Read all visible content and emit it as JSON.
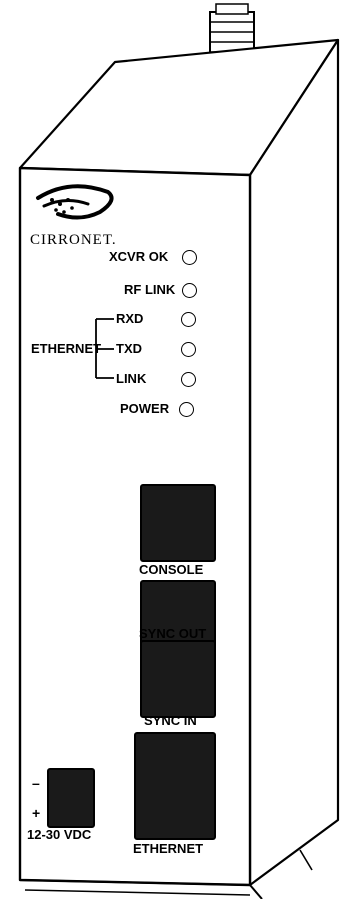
{
  "device": {
    "brand": "CIRRONET.",
    "indicators": [
      {
        "label": "XCVR OK"
      },
      {
        "label": "RF LINK"
      },
      {
        "label": "RXD"
      },
      {
        "label": "TXD"
      },
      {
        "label": "LINK"
      },
      {
        "label": "POWER"
      }
    ],
    "ethernet_group_label": "ETHERNET",
    "ports": [
      {
        "label": "CONSOLE"
      },
      {
        "label": "SYNC OUT"
      },
      {
        "label": "SYNC IN"
      },
      {
        "label": "ETHERNET"
      }
    ],
    "power": {
      "label": "12-30 VDC",
      "minus": "–",
      "plus": "+"
    }
  }
}
